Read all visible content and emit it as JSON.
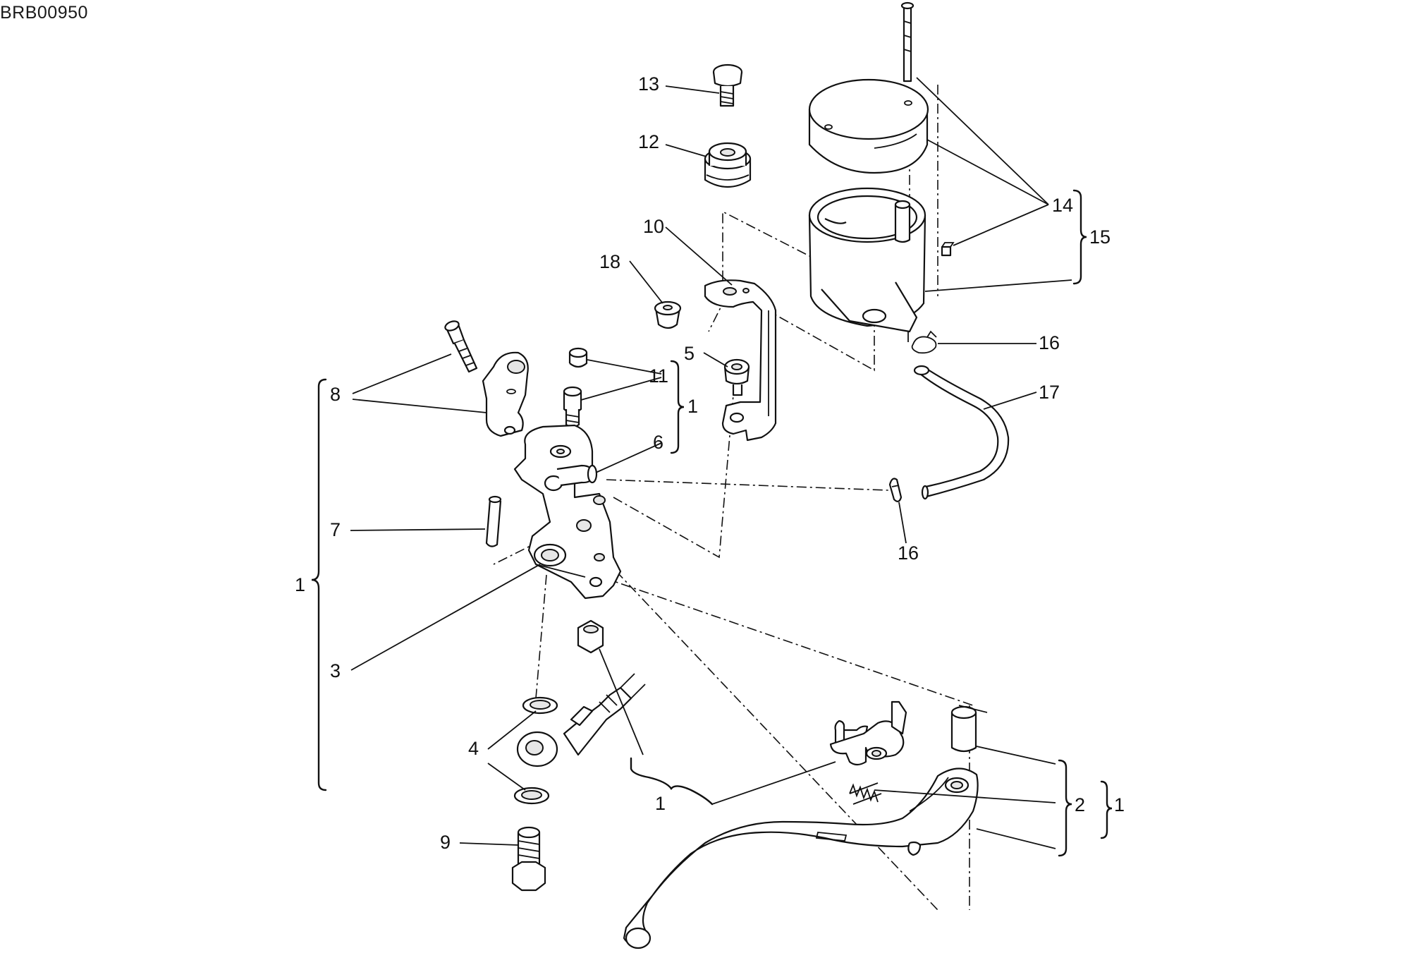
{
  "drawing_code": "BRB00950",
  "callouts": [
    {
      "key": "c13",
      "text": "13"
    },
    {
      "key": "c12",
      "text": "12"
    },
    {
      "key": "c10",
      "text": "10"
    },
    {
      "key": "c18",
      "text": "18"
    },
    {
      "key": "c5",
      "text": "5"
    },
    {
      "key": "c11",
      "text": "11"
    },
    {
      "key": "c1_small",
      "text": "1"
    },
    {
      "key": "c6",
      "text": "6"
    },
    {
      "key": "c8",
      "text": "8"
    },
    {
      "key": "c7",
      "text": "7"
    },
    {
      "key": "c1_left",
      "text": "1"
    },
    {
      "key": "c3",
      "text": "3"
    },
    {
      "key": "c4",
      "text": "4"
    },
    {
      "key": "c9",
      "text": "9"
    },
    {
      "key": "c1_bottom",
      "text": "1"
    },
    {
      "key": "c2",
      "text": "2"
    },
    {
      "key": "c1_right",
      "text": "1"
    },
    {
      "key": "c14",
      "text": "14"
    },
    {
      "key": "c15",
      "text": "15"
    },
    {
      "key": "c16_top",
      "text": "16"
    },
    {
      "key": "c17",
      "text": "17"
    },
    {
      "key": "c16_bottom",
      "text": "16"
    }
  ],
  "parts": [
    "master-cylinder-body",
    "brake-lever",
    "reservoir",
    "reservoir-cap",
    "reservoir-bracket",
    "rubber-grommet",
    "shouldered-screw",
    "bleed-valve",
    "banjo-fitting",
    "banjo-bolt",
    "sealing-washer",
    "clamp",
    "clamp-bolt",
    "hose",
    "hose-clip",
    "pin",
    "lever-pivot-bushing",
    "spring"
  ]
}
